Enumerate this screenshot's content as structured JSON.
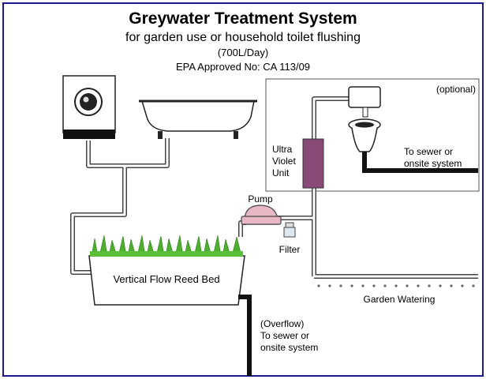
{
  "diagram": {
    "title": "Greywater Treatment System",
    "subtitle": "for garden use or household toilet flushing",
    "capacity": "(700L/Day)",
    "approval": "EPA Approved No: CA 113/09"
  },
  "labels": {
    "optional": "(optional)",
    "uv_line1": "Ultra",
    "uv_line2": "Violet",
    "uv_line3": "Unit",
    "toilet_sewer_line1": "To sewer or",
    "toilet_sewer_line2": "onsite system",
    "pump": "Pump",
    "filter": "Filter",
    "reed_bed": "Vertical Flow Reed Bed",
    "garden": "Garden Watering",
    "overflow_line1": "(Overflow)",
    "overflow_line2": "To sewer or",
    "overflow_line3": "onsite system"
  },
  "colors": {
    "border": "#1a1a8c",
    "pipe": "#555555",
    "uv_unit": "#8a4a78",
    "pump": "#e8b8c4",
    "grass": "#4caf2e",
    "outlet": "#111111"
  }
}
